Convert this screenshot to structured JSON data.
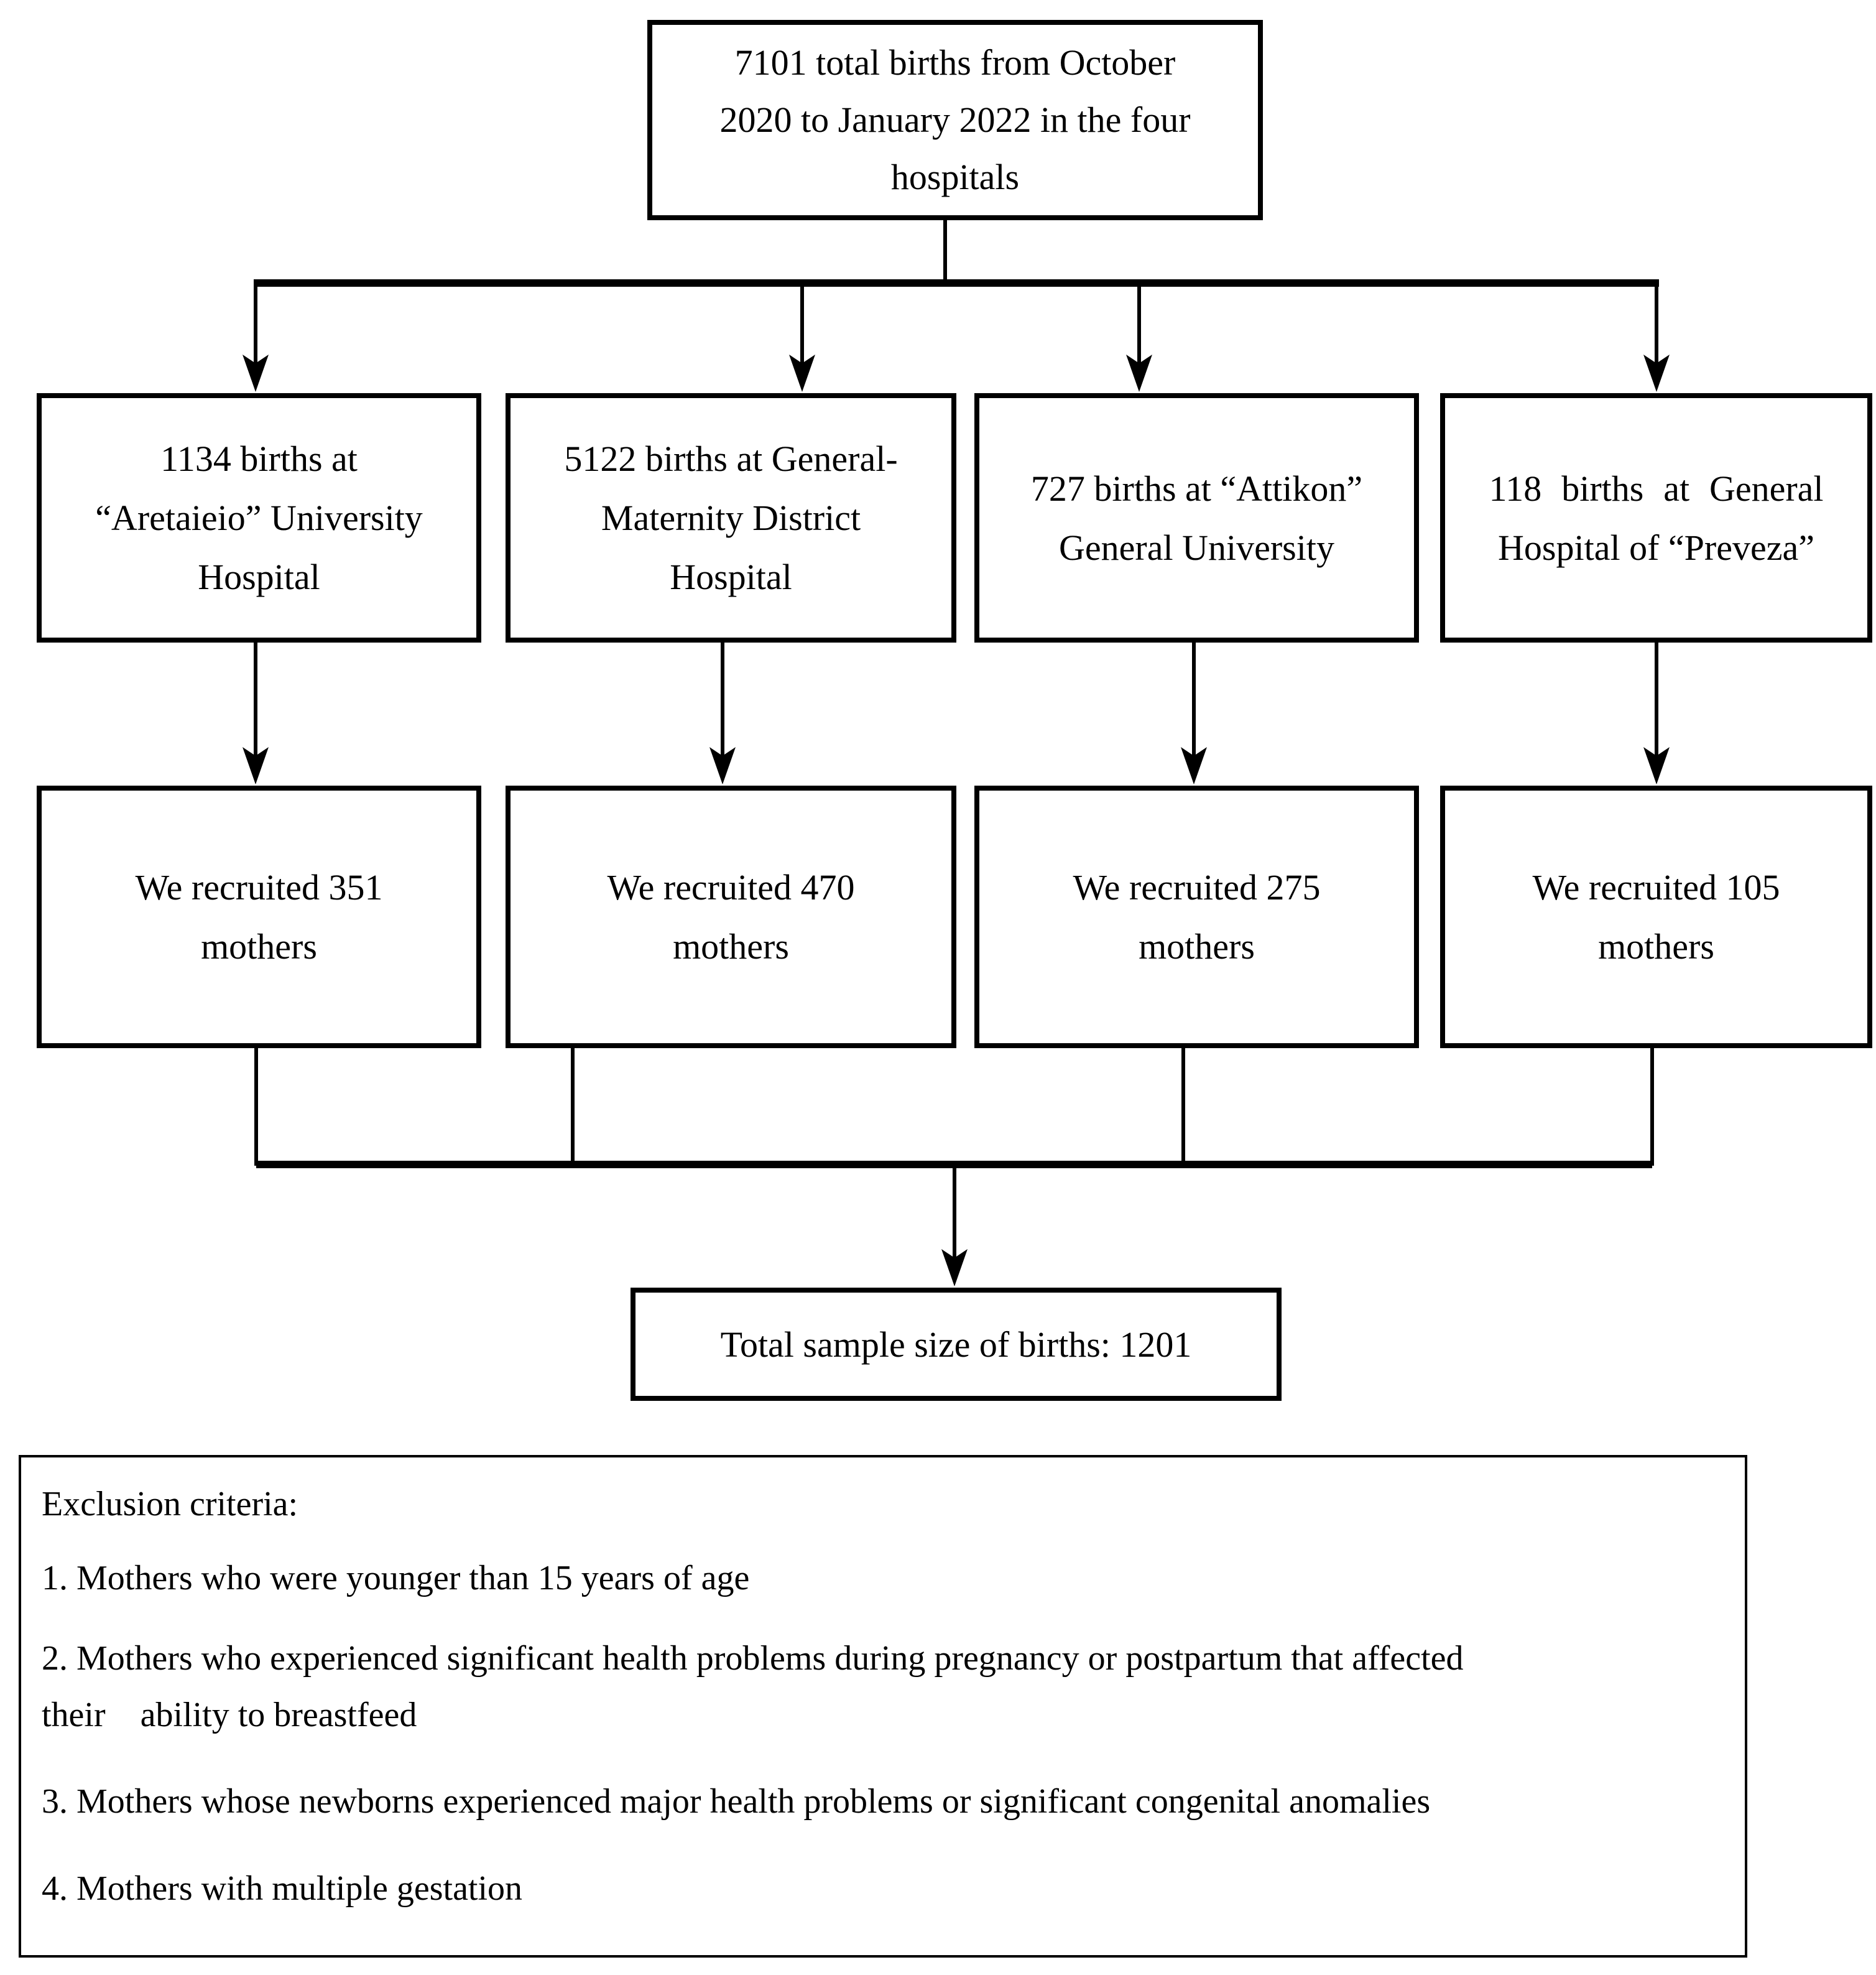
{
  "figure": {
    "background": "#ffffff",
    "line_color": "#000000",
    "top_box": {
      "lines": [
        "7101 total births from October",
        "2020 to January 2022 in the four",
        "hospitals"
      ]
    },
    "hospital_boxes": [
      {
        "lines": [
          "1134 births at",
          "“Aretaieio” University",
          "Hospital"
        ]
      },
      {
        "lines": [
          "5122 births at General-",
          "Maternity District",
          "Hospital"
        ]
      },
      {
        "lines": [
          "727 births at “Attikon”",
          "General University"
        ]
      },
      {
        "lines": [
          "118 births at General",
          "Hospital of “Preveza”"
        ]
      }
    ],
    "recruit_boxes": [
      {
        "lines": [
          "We recruited 351",
          "mothers"
        ]
      },
      {
        "lines": [
          "We recruited 470",
          "mothers"
        ]
      },
      {
        "lines": [
          "We recruited 275",
          "mothers"
        ]
      },
      {
        "lines": [
          "We recruited 105",
          "mothers"
        ]
      }
    ],
    "total_box": {
      "text": "Total sample size of births: 1201"
    },
    "exclusion_box": {
      "title": "Exclusion criteria:",
      "items": [
        "1. Mothers who were younger than 15 years of age",
        "2. Mothers who experienced significant health problems during pregnancy or postpartum that affected",
        "their    ability to breastfeed",
        "3. Mothers whose newborns experienced major health problems or significant congenital anomalies",
        "4. Mothers with multiple gestation"
      ]
    }
  }
}
